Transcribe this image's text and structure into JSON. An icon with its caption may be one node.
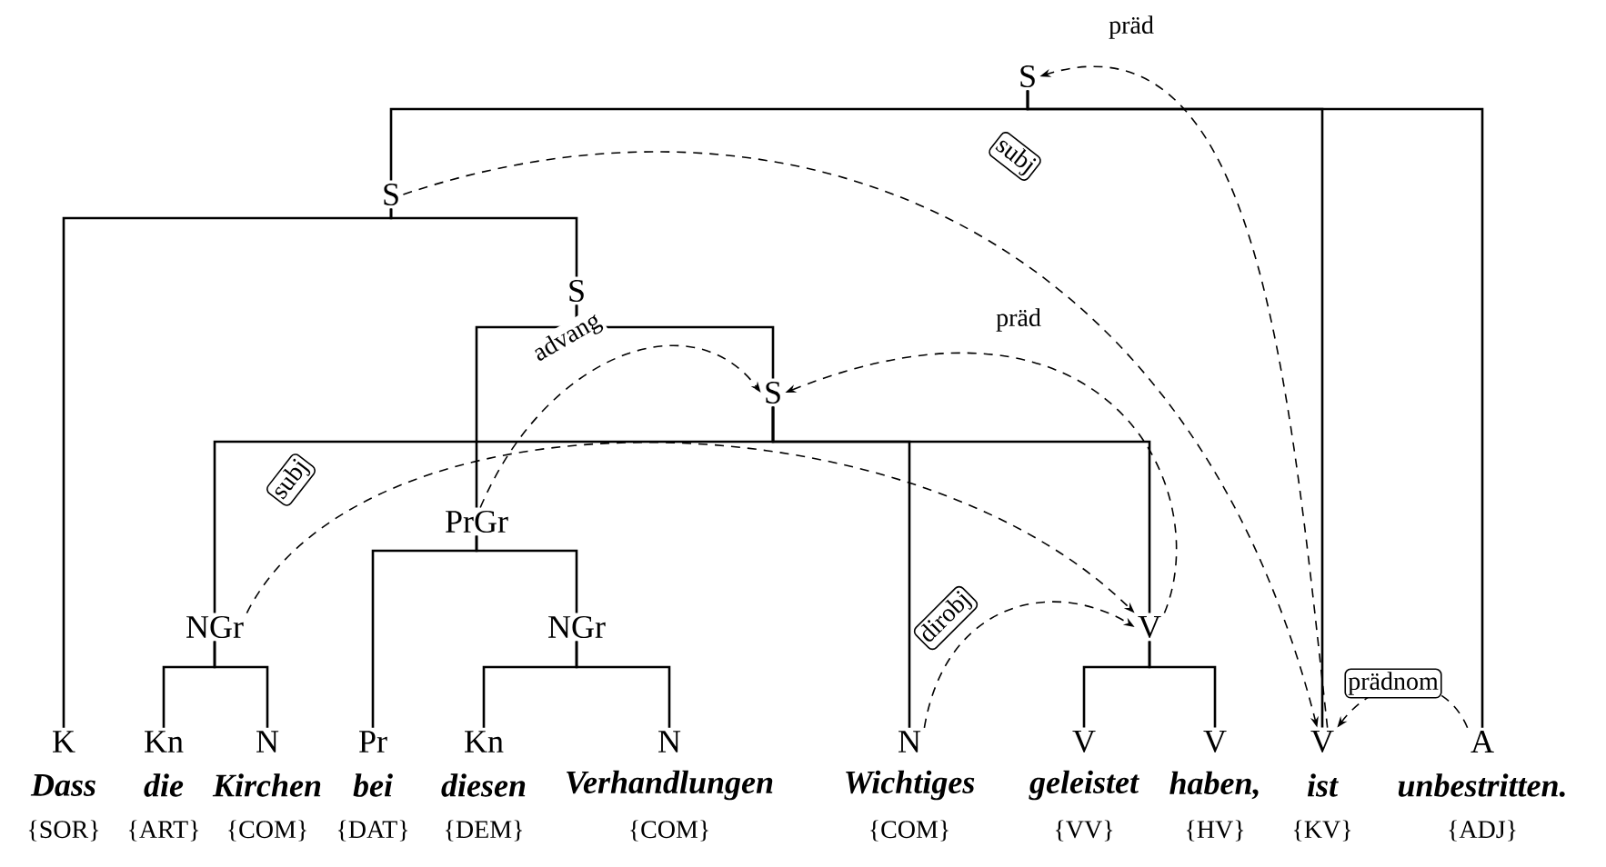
{
  "diagram": {
    "nodes": [
      {
        "text": [
          "S"
        ]
      },
      {
        "text": [
          "S"
        ]
      },
      {
        "text": [
          "S"
        ]
      },
      {
        "text": [
          "S"
        ]
      },
      {
        "text": [
          "PrGr"
        ]
      },
      {
        "text": [
          "NGr"
        ]
      },
      {
        "text": [
          "NGr"
        ]
      },
      {
        "text": [
          "V"
        ]
      },
      {
        "text": [
          "K"
        ],
        "beside": [
          "Dass",
          "{SOR}"
        ]
      },
      {
        "text": [
          "Kn"
        ],
        "beside": [
          "die",
          "{ART}"
        ]
      },
      {
        "text": [
          "N"
        ],
        "beside": [
          "Kirchen",
          "{COM}"
        ]
      },
      {
        "text": [
          "Pr"
        ],
        "beside": [
          "bei",
          "{DAT}"
        ]
      },
      {
        "text": [
          "Kn"
        ],
        "beside": [
          "diesen",
          "{DEM}"
        ]
      },
      {
        "text": [
          "N"
        ],
        "beside": [
          "Verhandlungen",
          "{COM}"
        ]
      },
      {
        "text": [
          "N"
        ],
        "beside": [
          "Wichtiges",
          "{COM}"
        ]
      },
      {
        "text": [
          "V"
        ],
        "beside": [
          "geleistet",
          "{VV}"
        ]
      },
      {
        "text": [
          "V"
        ],
        "beside": [
          "haben,",
          "{HV}"
        ]
      },
      {
        "text": [
          "V"
        ],
        "beside": [
          "ist",
          "{KV}"
        ]
      },
      {
        "text": [
          "A"
        ],
        "beside": [
          "unbestritten.",
          "{ADJ}"
        ]
      }
    ],
    "edges": [
      {
        "from": 0,
        "to": 1,
        "arrow": "none"
      },
      {
        "from": 0,
        "to": 17,
        "arrow": "none"
      },
      {
        "from": 0,
        "to": 18,
        "arrow": "none"
      },
      {
        "from": 1,
        "to": 8,
        "arrow": "none"
      },
      {
        "from": 1,
        "to": 2,
        "arrow": "none"
      },
      {
        "from": 2,
        "to": 4,
        "arrow": "none"
      },
      {
        "from": 2,
        "to": 3,
        "arrow": "none"
      },
      {
        "from": 3,
        "to": 5,
        "arrow": "none"
      },
      {
        "from": 3,
        "to": 14,
        "arrow": "none"
      },
      {
        "from": 3,
        "to": 7,
        "arrow": "none"
      },
      {
        "from": 4,
        "to": 11,
        "arrow": "none"
      },
      {
        "from": 4,
        "to": 6,
        "arrow": "none"
      },
      {
        "from": 5,
        "to": 9,
        "arrow": "none"
      },
      {
        "from": 5,
        "to": 10,
        "arrow": "none"
      },
      {
        "from": 6,
        "to": 12,
        "arrow": "none"
      },
      {
        "from": 6,
        "to": 13,
        "arrow": "none"
      },
      {
        "from": 7,
        "to": 15,
        "arrow": "none"
      },
      {
        "from": 7,
        "to": 16,
        "arrow": "none"
      },
      {
        "from": 17,
        "to": 0,
        "arrow": "to",
        "label": "präd",
        "style": "dashed"
      },
      {
        "from": 1,
        "to": 17,
        "arrow": "to",
        "label": "subj",
        "style": "dashed"
      },
      {
        "from": 18,
        "to": 17,
        "arrow": "to",
        "label": "prädnom",
        "style": "dashed"
      },
      {
        "from": 7,
        "to": 3,
        "arrow": "to",
        "label": "präd",
        "style": "dashed"
      },
      {
        "from": 4,
        "to": 3,
        "arrow": "to",
        "label": "advang",
        "style": "dashed"
      },
      {
        "from": 5,
        "to": 7,
        "arrow": "to",
        "label": "subj",
        "style": "dashed"
      },
      {
        "from": 14,
        "to": 7,
        "arrow": "to",
        "label": "dirobj",
        "style": "dashed"
      }
    ]
  }
}
